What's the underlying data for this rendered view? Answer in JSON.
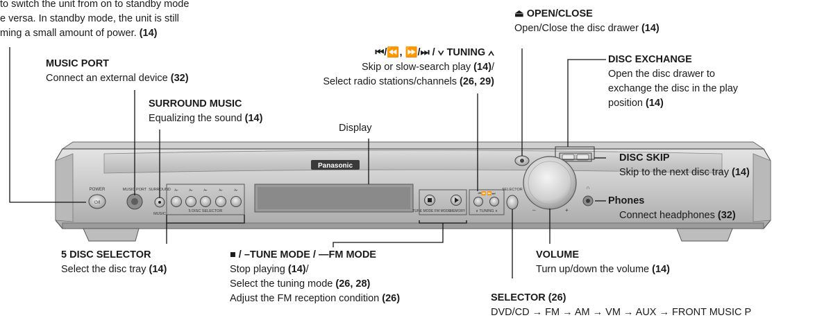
{
  "panel": {
    "brand": "Panasonic",
    "power_text": "POWER",
    "power_symbol": "⏻/I",
    "music_port_text": "MUSIC PORT",
    "surround_text": "SURROUND",
    "music_text": "MUSIC",
    "disc_selector_text": "5 DISC SELECTOR",
    "tune_fm_text": "TUNE MODE FM MODE",
    "memory_text": "MEMORY",
    "skip_text": "⏮⏪ ⏩⏭",
    "tuning_text": "∨ TUNING ∧",
    "selector_text": "SELECTOR",
    "minus_text": "–",
    "plus_text": "+",
    "phones_symbol": "∩"
  },
  "labels": {
    "power": {
      "line1": "to switch the unit from on to standby mode",
      "line2": "e versa. In standby mode, the unit is still",
      "line3": "ming a small amount of power. ",
      "ref": "(14)"
    },
    "music_port": {
      "title": "MUSIC PORT",
      "desc": "Connect an external device ",
      "ref": "(32)"
    },
    "surround_music": {
      "title": "SURROUND MUSIC",
      "desc": "Equalizing the sound ",
      "ref": "(14)"
    },
    "display": {
      "title": "Display"
    },
    "skip_tuning": {
      "title": "⏮/⏪, ⏩/⏭ / ∨ TUNING ∧",
      "line1": "Skip or slow-search play ",
      "ref1": "(14)",
      "sep": "/",
      "line2": "Select radio stations/channels ",
      "ref2": "(26, 29)"
    },
    "open_close": {
      "title": "⏏ OPEN/CLOSE",
      "desc": "Open/Close the disc drawer ",
      "ref": "(14)"
    },
    "disc_exchange": {
      "title": "DISC EXCHANGE",
      "line1": "Open the disc drawer to",
      "line2": "exchange the disc in the play",
      "line3": "position ",
      "ref": "(14)"
    },
    "disc_skip": {
      "title": "DISC SKIP",
      "desc": "Skip to the next disc tray ",
      "ref": "(14)"
    },
    "phones": {
      "title": "Phones",
      "desc": "Connect headphones ",
      "ref": "(32)"
    },
    "volume": {
      "title": "VOLUME",
      "desc": "Turn up/down the volume ",
      "ref": "(14)"
    },
    "selector": {
      "title": "SELECTOR (26)",
      "desc": "DVD/CD → FM → AM → VM → AUX → FRONT MUSIC P"
    },
    "disc_selector": {
      "title": "5 DISC SELECTOR",
      "desc": "Select the disc tray ",
      "ref": "(14)"
    },
    "stop_mode": {
      "title": "■ / –TUNE MODE / —FM MODE",
      "line1": "Stop playing ",
      "ref1": "(14)",
      "sep": "/",
      "line2": "Select the tuning mode ",
      "ref2": "(26, 28)",
      "line3": "Adjust the FM reception condition ",
      "ref3": "(26)"
    }
  }
}
